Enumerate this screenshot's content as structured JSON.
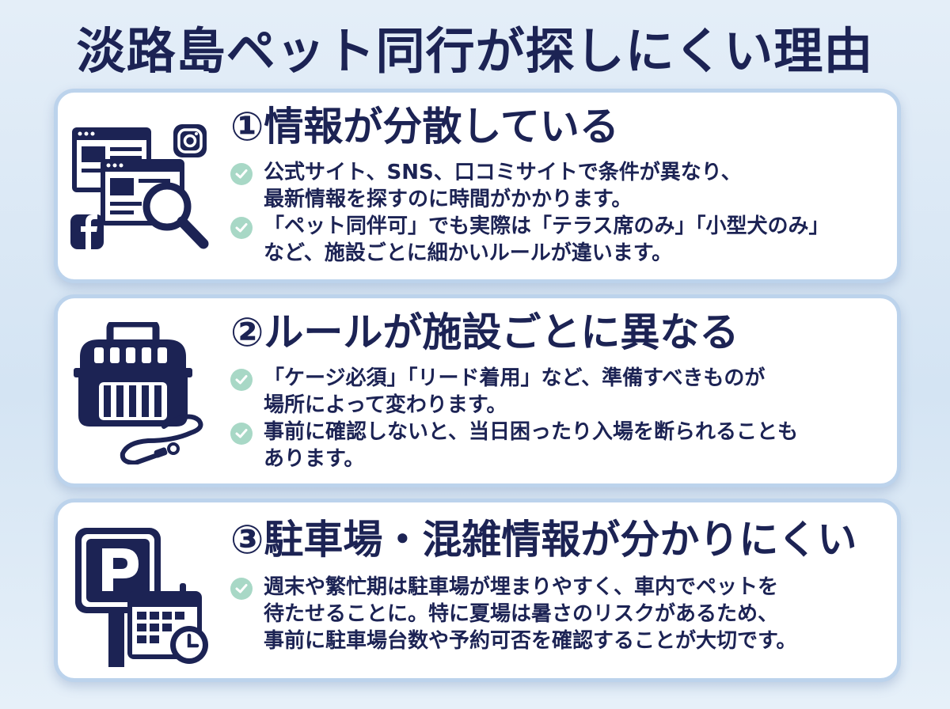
{
  "title": "淡路島ペット同行が探しにくい理由",
  "colors": {
    "navy": "#1c2354",
    "check": "#a8d8c6",
    "border": "#bcd3ec"
  },
  "sections": [
    {
      "heading": "①情報が分散している",
      "icon": "browser-search-icon",
      "bullets": [
        {
          "lines": [
            "公式サイト、SNS、口コミサイトで条件が異なり、",
            "最新情報を探すのに時間がかかります。"
          ]
        },
        {
          "lines": [
            "「ペット同伴可」でも実際は「テラス席のみ」「小型犬のみ」",
            "など、施設ごとに細かいルールが違います。"
          ]
        }
      ]
    },
    {
      "heading": "②ルールが施設ごとに異なる",
      "icon": "pet-carrier-icon",
      "bullets": [
        {
          "lines": [
            "「ケージ必須」「リード着用」など、準備すべきものが",
            "場所によって変わります。"
          ]
        },
        {
          "lines": [
            "事前に確認しないと、当日困ったり入場を断られることも",
            "あります。"
          ]
        }
      ]
    },
    {
      "heading": "③駐車場・混雑情報が分かりにくい",
      "icon": "parking-calendar-icon",
      "bullets": [
        {
          "lines": [
            "週末や繁忙期は駐車場が埋まりやすく、車内でペットを",
            "待たせることに。特に夏場は暑さのリスクがあるため、",
            "事前に駐車場台数や予約可否を確認することが大切です。"
          ]
        }
      ]
    }
  ]
}
